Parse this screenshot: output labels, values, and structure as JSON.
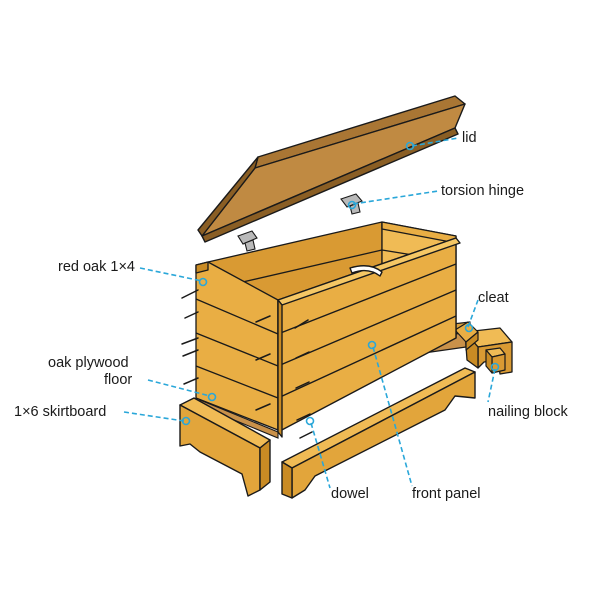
{
  "colors": {
    "wood": "#e2a53b",
    "wood_shadow": "#c98b24",
    "wood_dark": "#a96f17",
    "lid": "#c08a42",
    "plywood": "#c9914a",
    "outline": "#1a1a1a",
    "leader": "#2aa7d9",
    "background": "#ffffff"
  },
  "labels": {
    "lid": "lid",
    "torsion_hinge": "torsion hinge",
    "red_oak": "red oak 1×4",
    "cleat": "cleat",
    "oak_plywood_floor_line1": "oak plywood",
    "oak_plywood_floor_line2": "floor",
    "skirtboard": "1×6 skirtboard",
    "nailing_block": "nailing block",
    "dowel": "dowel",
    "front_panel": "front panel"
  }
}
